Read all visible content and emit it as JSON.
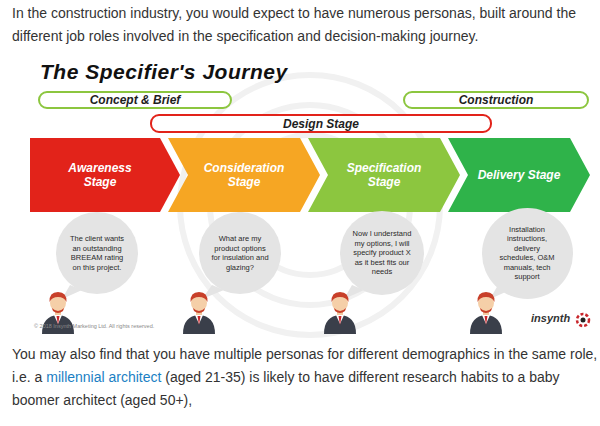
{
  "diagram": {
    "title": "The Specifier's Journey",
    "nodes": [
      {
        "text": [
          "Concept & Brief"
        ]
      },
      {
        "text": [
          "Construction"
        ]
      },
      {
        "text": [
          "Design Stage"
        ]
      },
      {
        "text": [
          "Awareness Stage"
        ]
      },
      {
        "text": [
          "Consideration Stage"
        ]
      },
      {
        "text": [
          "Specification Stage"
        ]
      },
      {
        "text": [
          "Delivery Stage"
        ]
      },
      {
        "text": [
          "The client wants an outstanding BREEAM rating on this project."
        ]
      },
      {
        "text": [
          "What are my product options for insulation and glazing?"
        ]
      },
      {
        "text": [
          "Now I understand my options, I will specify product X as it best fits our needs"
        ]
      },
      {
        "text": [
          "Installation instructions, delivery schedules, O&M manuals, tech support"
        ]
      }
    ],
    "labels": [
      "In the construction industry, you would expect to have numerous personas, built around the different job roles involved in the specification and decision-making journey.",
      "You may also find that you have multiple personas for different demographics in the same role, i.e. a",
      "millennial architect",
      "(aged 21-35) is likely to have different research habits to a baby boomer architect (aged 50+),",
      "© 2018 Insynth Marketing Ltd. All rights reserved.",
      "insynth"
    ]
  }
}
